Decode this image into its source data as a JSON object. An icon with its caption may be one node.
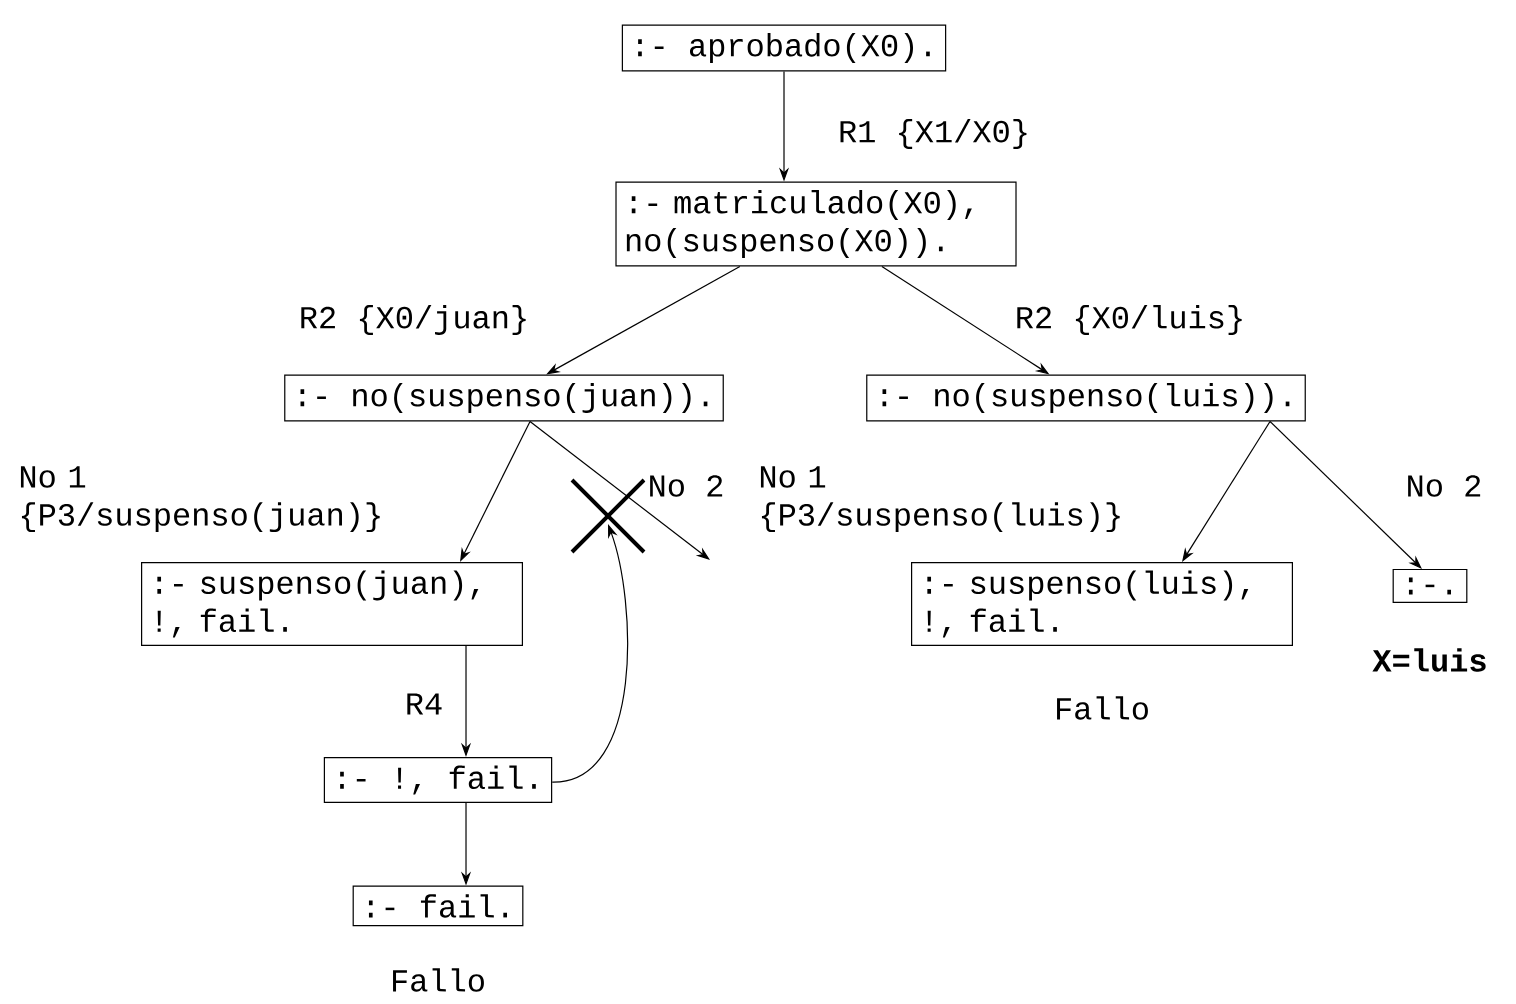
{
  "diagram": {
    "nodes": [
      {
        "text": [
          ":- aprobado(X0)."
        ]
      },
      {
        "text": [
          ":- matriculado(X0), no(suspenso(X0))."
        ]
      },
      {
        "text": [
          ":- no(suspenso(juan))."
        ]
      },
      {
        "text": [
          ":- no(suspenso(luis))."
        ]
      },
      {
        "text": [
          ":- suspenso(juan), !, fail."
        ]
      },
      {
        "text": [
          ":- !, fail."
        ]
      },
      {
        "text": [
          ":- fail."
        ],
        "beside": [
          "Fallo"
        ]
      },
      {
        "text": [
          ":- suspenso(luis), !, fail."
        ],
        "beside": [
          "Fallo"
        ]
      },
      {
        "text": [
          ":-."
        ],
        "beside": [
          "**X=luis**"
        ]
      }
    ],
    "edges": [
      {
        "from": 0,
        "to": 1,
        "arrow": "to",
        "label": "R1 {X1/X0}"
      },
      {
        "from": 1,
        "to": 2,
        "arrow": "to",
        "label": "R2 {X0/juan}"
      },
      {
        "from": 1,
        "to": 3,
        "arrow": "to",
        "label": "R2 {X0/luis}"
      },
      {
        "from": 2,
        "to": 4,
        "arrow": "to",
        "label": "No 1 {P3/suspenso(juan)}"
      },
      {
        "from": 2,
        "to": null,
        "arrow": "to",
        "label": "No 2"
      },
      {
        "from": 4,
        "to": 5,
        "arrow": "to",
        "label": "R4"
      },
      {
        "from": 5,
        "to": 6,
        "arrow": "to"
      },
      {
        "from": 5,
        "to": null,
        "arrow": "to"
      },
      {
        "from": 3,
        "to": 7,
        "arrow": "to",
        "label": "No 1 {P3/suspenso(luis)}"
      },
      {
        "from": 3,
        "to": 8,
        "arrow": "to",
        "label": "No 2"
      }
    ]
  }
}
